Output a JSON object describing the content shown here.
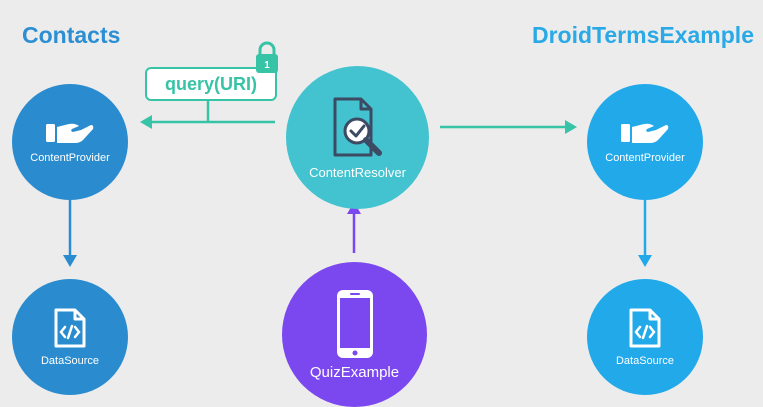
{
  "titles": {
    "left": "Contacts",
    "right": "DroidTermsExample"
  },
  "query": {
    "label": "query(URI)"
  },
  "lock": {
    "number": "1",
    "icon": "lock-icon"
  },
  "nodes": {
    "content_provider_left": {
      "label": "ContentProvider",
      "icon": "hand-icon"
    },
    "data_source_left": {
      "label": "DataSource",
      "icon": "code-file-icon"
    },
    "content_resolver": {
      "label": "ContentResolver",
      "icon": "document-search-icon"
    },
    "quiz_example": {
      "label": "QuizExample",
      "icon": "phone-icon"
    },
    "content_provider_right": {
      "label": "ContentProvider",
      "icon": "hand-icon"
    },
    "data_source_right": {
      "label": "DataSource",
      "icon": "code-file-icon"
    }
  },
  "colors": {
    "background": "#ececec",
    "provider_left": "#2a8ccf",
    "provider_right": "#22a9ea",
    "resolver": "#43c3cf",
    "quiz": "#7b47ee",
    "query_accent": "#37c3a6"
  }
}
